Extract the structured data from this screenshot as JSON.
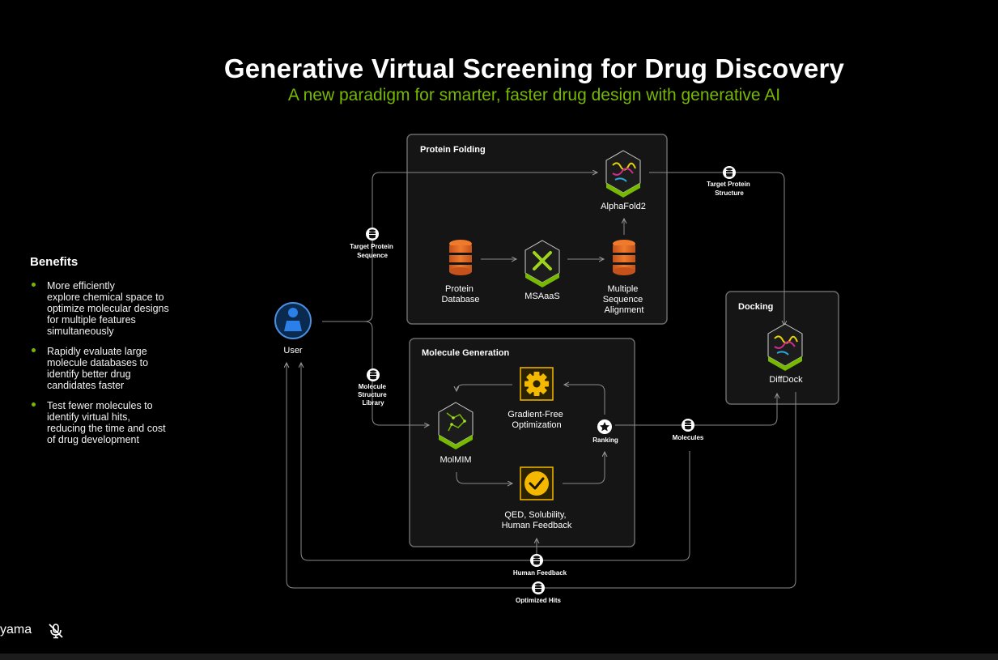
{
  "title": "Generative Virtual Screening for Drug Discovery",
  "subtitle": "A new paradigm for smarter, faster drug design with generative AI",
  "benefits": {
    "heading": "Benefits",
    "items": [
      [
        "More efficiently",
        "explore  chemical space to",
        "optimize molecular designs",
        "for multiple features",
        "simultaneously"
      ],
      [
        "Rapidly evaluate large",
        "molecule databases to",
        "identify better drug",
        "candidates faster"
      ],
      [
        "Test fewer molecules to",
        "identify virtual hits,",
        "reducing the time and cost",
        "of drug development"
      ]
    ]
  },
  "diagram": {
    "user_label": "User",
    "groups": {
      "protein_folding": "Protein Folding",
      "docking": "Docking",
      "molecule_generation": "Molecule Generation"
    },
    "nodes": {
      "alphafold2": "AlphaFold2",
      "protein_database": [
        "Protein",
        "Database"
      ],
      "msaaas": "MSAaaS",
      "msa": [
        "Multiple",
        "Sequence",
        "Alignment"
      ],
      "diffdock": "DiffDock",
      "molmim": "MolMIM",
      "gradient_free": [
        "Gradient-Free",
        "Optimization"
      ],
      "ranking": "Ranking",
      "qed": [
        "QED, Solubility,",
        "Human Feedback"
      ]
    },
    "data_labels": {
      "target_protein_sequence": [
        "Target Protein",
        "Sequence"
      ],
      "target_protein_structure": [
        "Target Protein",
        "Structure"
      ],
      "molecule_structure_library": [
        "Molecule",
        "Structure",
        "Library"
      ],
      "molecules": "Molecules",
      "human_feedback": "Human Feedback",
      "optimized_hits": "Optimized Hits"
    },
    "colors": {
      "accent": "#76b900",
      "database": "#e0681f",
      "tool": "#f5b800",
      "user": "#1e6fd9"
    }
  },
  "footer": {
    "presenter_name": "yama",
    "mic_icon": "mic-muted-icon"
  }
}
